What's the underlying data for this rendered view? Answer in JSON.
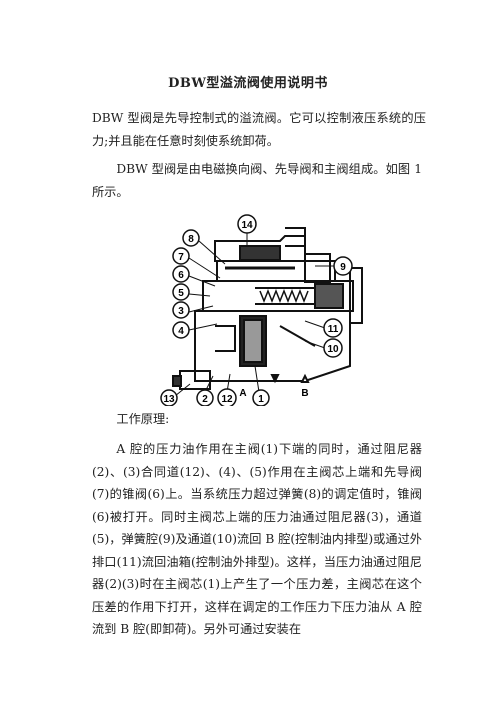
{
  "document": {
    "title": "DBW型溢流阀使用说明书",
    "paragraph1": "DBW 型阀是先导控制式的溢流阀。它可以控制液压系统的压力;并且能在任意时刻使系统卸荷。",
    "paragraph2": "DBW 型阀是由电磁换向阀、先导阀和主阀组成。如图 1 所示。",
    "principle_label": "工作原理:",
    "paragraph3": "A 腔的压力油作用在主阀(1)下端的同时，通过阻尼器(2)、(3)合同道(12)、(4)、(5)作用在主阀芯上端和先导阀(7)的锥阀(6)上。当系统压力超过弹簧(8)的调定值时，锥阀(6)被打开。同时主阀芯上端的压力油通过阻尼器(3)，通道(5)，弹簧腔(9)及通道(10)流回 B 腔(控制油内排型)或通过外排口(11)流回油箱(控制油外排型)。这样，当压力油通过阻尼器(2)(3)时在主阀芯(1)上产生了一个压力差，主阀芯在这个压差的作用下打开，这样在调定的工作压力下压力油从 A 腔流到 B 腔(即卸荷)。另外可通过安装在"
  },
  "figure": {
    "callouts": [
      "14",
      "8",
      "7",
      "6",
      "5",
      "3",
      "4",
      "9",
      "11",
      "10",
      "13",
      "2",
      "12",
      "A",
      "1",
      "B"
    ]
  }
}
